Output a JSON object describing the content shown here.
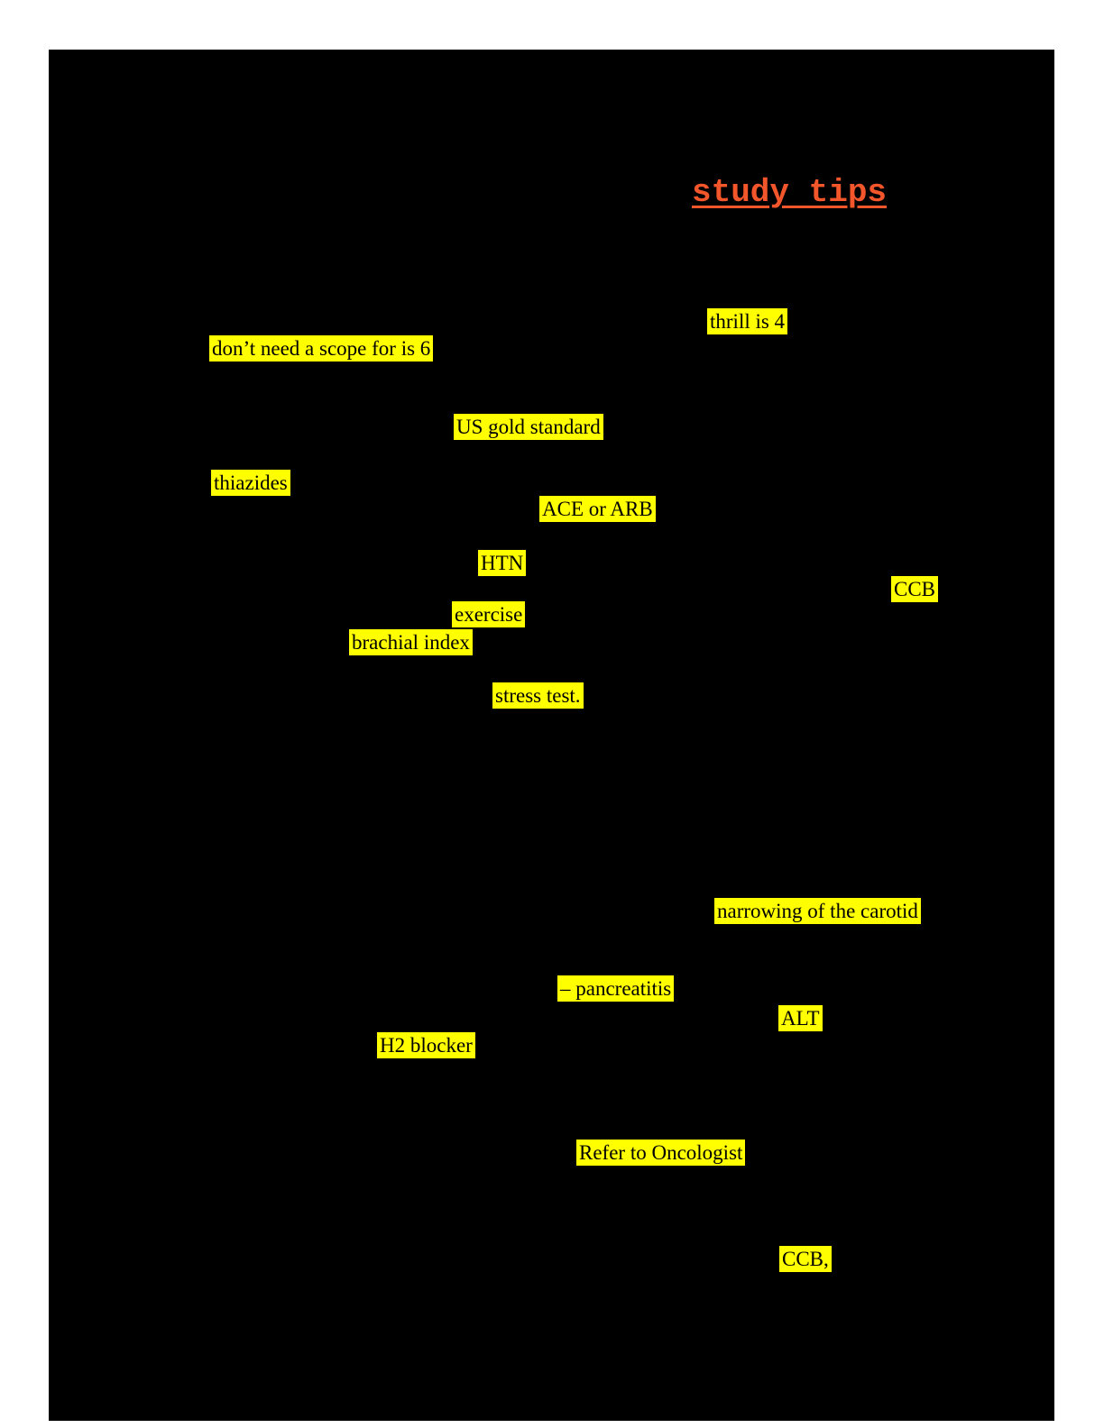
{
  "document": {
    "title": {
      "text": "study tips"
    },
    "highlights": [
      {
        "id": "thrill-is-4",
        "text": "thrill is 4"
      },
      {
        "id": "scope-for-is-6",
        "text": "don’t need a scope for is 6"
      },
      {
        "id": "us-gold-standard",
        "text": "US gold standard"
      },
      {
        "id": "thiazides",
        "text": "thiazides"
      },
      {
        "id": "ace-or-arb",
        "text": "ACE or ARB"
      },
      {
        "id": "htn",
        "text": "HTN"
      },
      {
        "id": "ccb",
        "text": "CCB"
      },
      {
        "id": "exercise",
        "text": "exercise"
      },
      {
        "id": "brachial-index",
        "text": "brachial index"
      },
      {
        "id": "stress-test",
        "text": "stress test."
      },
      {
        "id": "narrowing-of-carotid",
        "text": "narrowing of the carotid"
      },
      {
        "id": "pancreatitis",
        "text": "– pancreatitis"
      },
      {
        "id": "alt",
        "text": "ALT"
      },
      {
        "id": "h2-blocker",
        "text": "H2 blocker"
      },
      {
        "id": "refer-to-oncologist",
        "text": "Refer to Oncologist"
      },
      {
        "id": "ccb-2",
        "text": "CCB,"
      }
    ]
  },
  "colors": {
    "title_accent": "#F4562B",
    "highlight": "#FFFF00",
    "highlight_text": "#000000",
    "page_background": "#000000",
    "margin_background": "#FFFFFF"
  }
}
